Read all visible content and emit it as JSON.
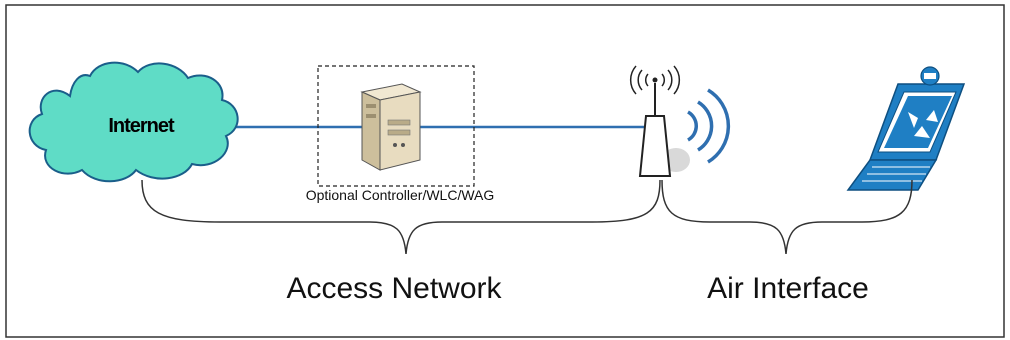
{
  "diagram": {
    "cloud_label": "Internet",
    "controller_label": "Optional Controller/WLC/WAG",
    "access_network_label": "Access Network",
    "air_interface_label": "Air Interface"
  },
  "colors": {
    "cloud_fill": "#5fdcc6",
    "link_line": "#2f6fb0",
    "laptop_blue": "#1f7fc4",
    "server_beige": "#e8dcc0",
    "frame_border": "#333333"
  },
  "icons": {
    "cloud": "cloud-icon",
    "controller": "server-icon",
    "access_point": "access-point-icon",
    "client": "laptop-icon"
  }
}
